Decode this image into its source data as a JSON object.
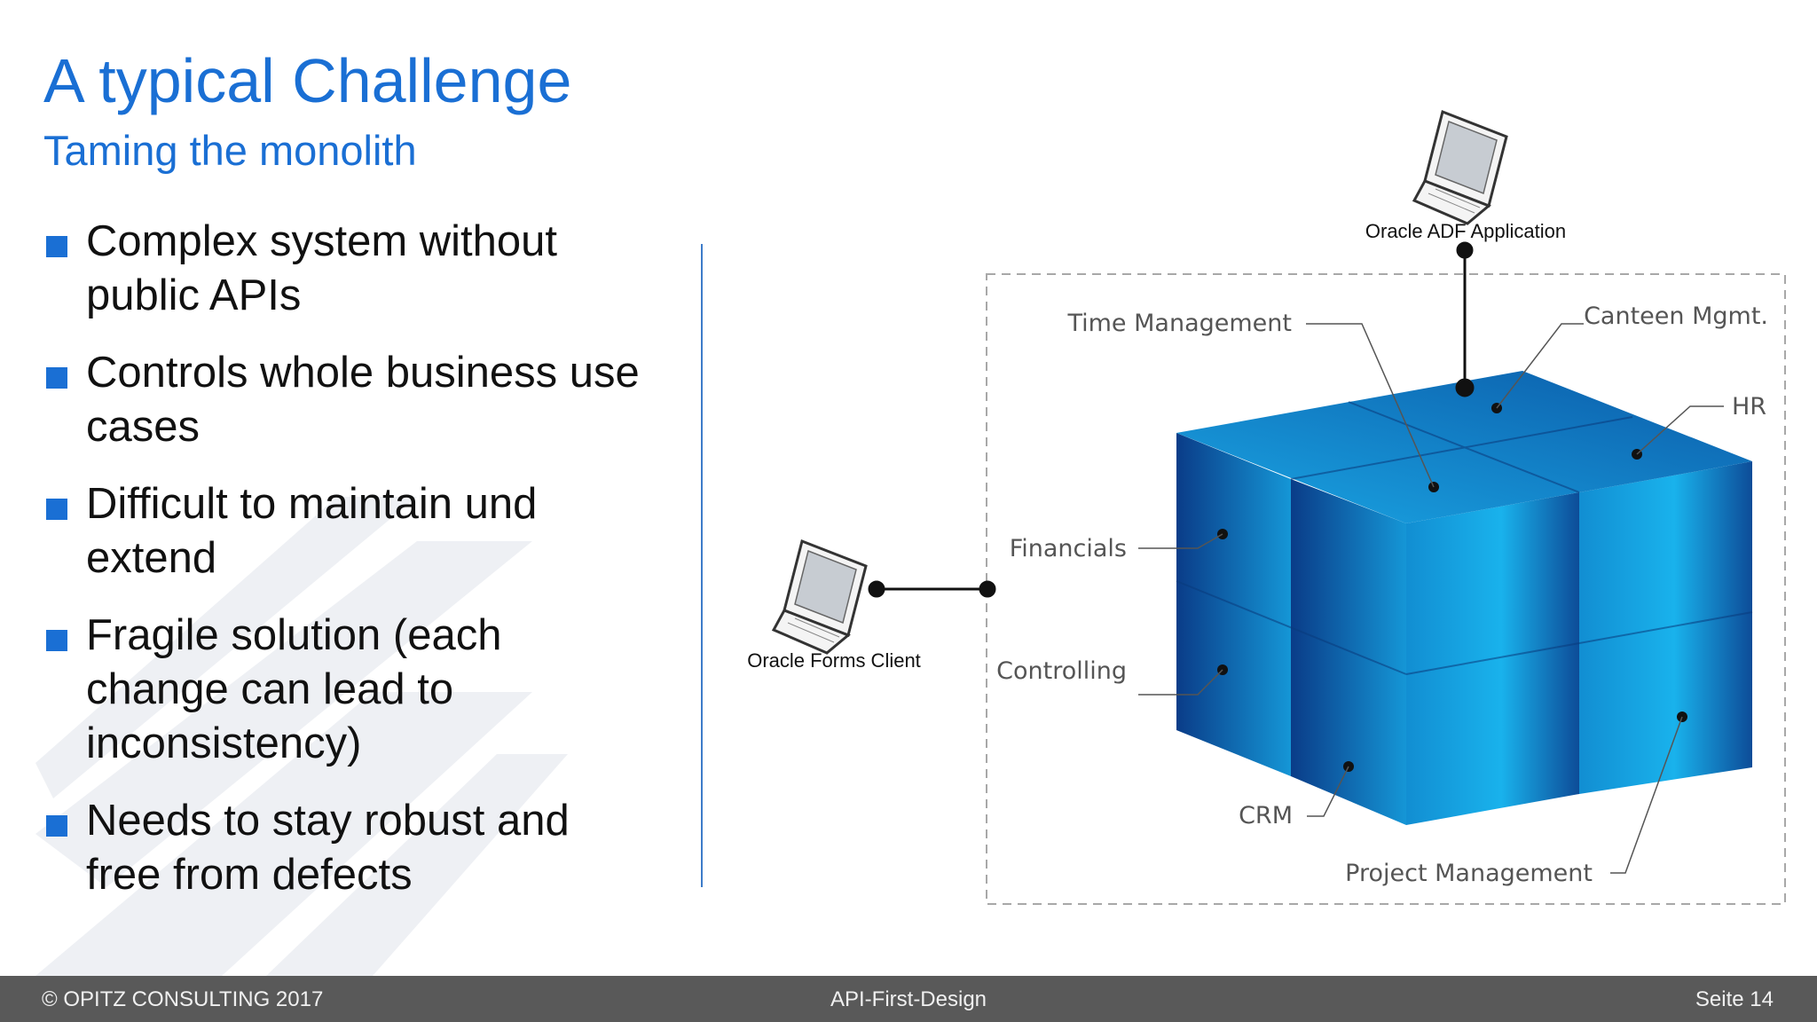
{
  "slide": {
    "title": "A typical Challenge",
    "subtitle": "Taming the monolith",
    "bullets": [
      [
        "Complex system without",
        "public APIs"
      ],
      [
        "Controls whole business use",
        "cases"
      ],
      [
        "Difficult to maintain und",
        "extend"
      ],
      [
        "Fragile solution (each",
        "change can lead to",
        "inconsistency)"
      ],
      [
        "Needs to stay robust and",
        "free from defects"
      ]
    ]
  },
  "diagram": {
    "clients": {
      "top": "Oracle ADF Application",
      "left": "Oracle Forms Client"
    },
    "modules": {
      "time_management": "Time Management",
      "canteen": "Canteen Mgmt.",
      "hr": "HR",
      "financials": "Financials",
      "controlling": "Controlling",
      "crm": "CRM",
      "project_management": "Project Management"
    },
    "colors": {
      "cube_light": "#17b0ea",
      "cube_dark": "#0a3f8a",
      "dashed_border": "#a8a8a8"
    },
    "icons": [
      "laptop-icon"
    ]
  },
  "footer": {
    "copyright": "© OPITZ CONSULTING 2017",
    "topic": "API-First-Design",
    "page": "Seite 14"
  }
}
